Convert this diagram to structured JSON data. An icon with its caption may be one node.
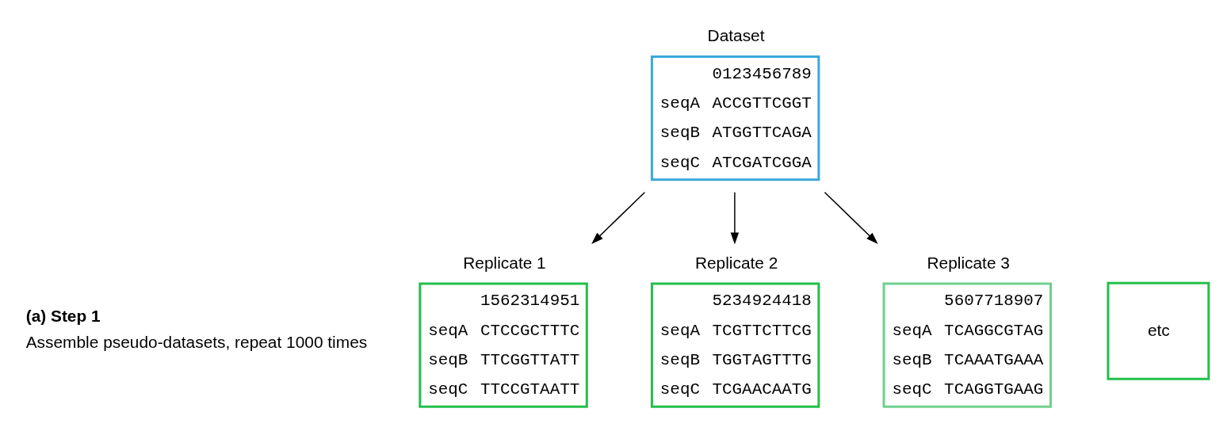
{
  "diagram": {
    "nodes": [
      {
        "text": [
          "Dataset",
          "0123456789",
          "seqA",
          "ACCGTTCGGT",
          "seqB",
          "ATGGTTCAGA",
          "seqC",
          "ATCGATCGGA"
        ]
      },
      {
        "text": [
          "Replicate 1",
          "1562314951",
          "seqA",
          "CTCCGCTTTC",
          "seqB",
          "TTCGGTTATT",
          "seqC",
          "TTCCGTAATT"
        ]
      },
      {
        "text": [
          "Replicate 2",
          "5234924418",
          "seqA",
          "TCGTTCTTCG",
          "seqB",
          "TGGTAGTTTG",
          "seqC",
          "TCGAACAATG"
        ]
      },
      {
        "text": [
          "Replicate 3",
          "5607718907",
          "seqA",
          "TCAGGCGTAG",
          "seqB",
          "TCAAATGAAA",
          "seqC",
          "TCAGGTGAAG"
        ]
      },
      {
        "text": [
          "etc"
        ]
      }
    ],
    "edges": [
      {
        "from": 0,
        "to": 1,
        "arrow": "to"
      },
      {
        "from": 0,
        "to": 2,
        "arrow": "to"
      },
      {
        "from": 0,
        "to": 3,
        "arrow": "to"
      }
    ],
    "labels": [
      "(a) Step 1",
      "Assemble pseudo-datasets, repeat 1000 times"
    ]
  }
}
